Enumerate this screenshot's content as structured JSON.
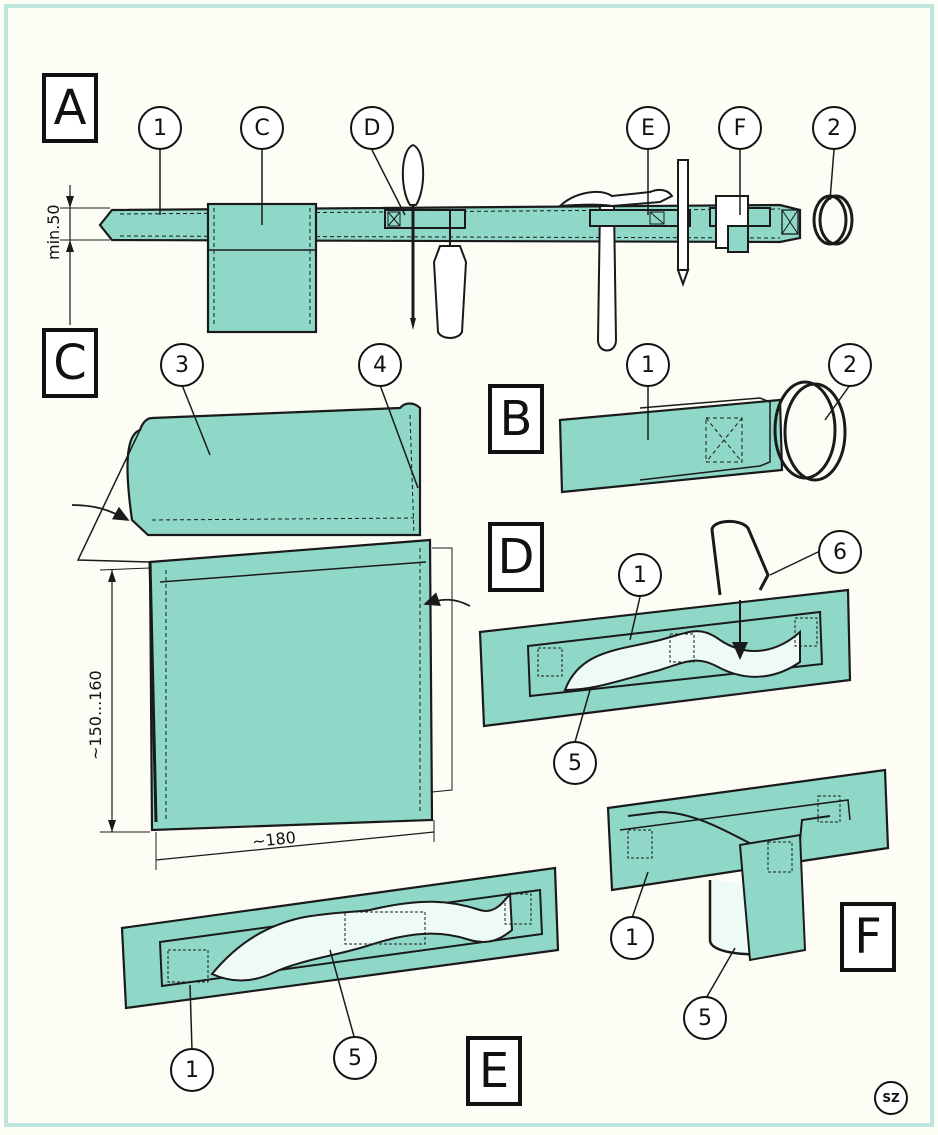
{
  "colors": {
    "fill": "#8fd8c8",
    "ink": "#1a1a1a",
    "paper": "#fdfdf6",
    "frame": "#bfe6dc"
  },
  "panels": {
    "A": "A",
    "B": "B",
    "C": "C",
    "D": "D",
    "E": "E",
    "F": "F"
  },
  "callouts": {
    "a_1": "1",
    "a_c": "C",
    "a_d": "D",
    "a_e": "E",
    "a_f": "F",
    "a_2": "2",
    "c_3": "3",
    "c_4": "4",
    "b_1": "1",
    "b_2": "2",
    "d_1": "1",
    "d_6": "6",
    "d_5": "5",
    "e_1": "1",
    "e_5": "5",
    "f_1": "1",
    "f_5": "5"
  },
  "dimensions": {
    "belt_width": "min.50",
    "pocket_height": "~150...160",
    "pocket_width": "~180"
  },
  "logo": "SZ"
}
